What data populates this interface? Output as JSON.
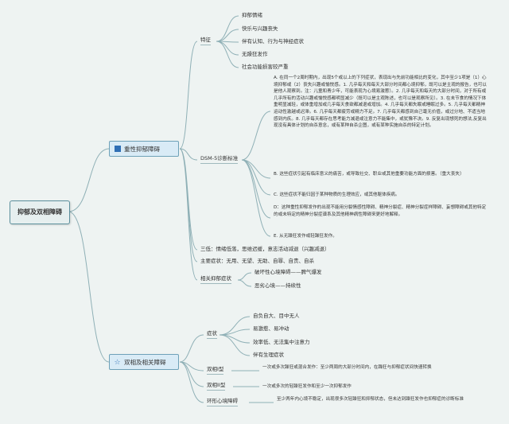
{
  "root": "抑郁及双相障碍",
  "depression": {
    "title": "重性抑郁障碍",
    "features_label": "特征",
    "features": [
      "抑郁情绪",
      "快乐与兴趣丧失",
      "伴有认知、行为与神经症状",
      "无躁狂发作",
      "社会功能损害较严重"
    ],
    "dsm_label": "DSM-5诊断标准",
    "dsm": {
      "A": "A. 在同一个2周时期内，出现5个或以上的下列症状，表现出与先前功能相比的变化，其中至少1项是（1）心境抑郁或（2）丧失兴趣或愉悦感。1. 几乎每天和每天大部分时间都心境抑郁，既可以是主观的报告，也可以是他人观察到。注：儿童和青少年，可能表现为心境易激惹）。2. 几乎每天和每天的大部分时间，对于所有或几乎所有的活动兴趣或愉悦感都明显减少（既可以是主观陈述，也可以是观察所见）。3. 在未节食的情况下体重明显减轻，或体重增加或几乎每天食欲都减退或增加。4. 几乎每天都失眠或睡眠过多。5. 几乎每天都精神运动性激越或迟滞。6. 几乎每天都疲劳或精力不足。7. 几乎每天都感到自己毫无价值，或过分地、不适当地感到内疚。8. 几乎每天都存在思考能力减退或注意力不能集中，或犹豫不决。9. 反复出现想死的想法,反复出现没有具体计划的自杀意念，或有某种自杀企图，或有某种实施自杀的特定计划。",
      "B": "B. 这些症状引起有临床意义的痛苦，或导致社交、职业或其他重要功能方面的损害。（重大丧失）",
      "C": "C. 这些症状不能归因于某种物质的生理效应，或其他躯体疾病。",
      "D": "D：这种重性抑郁发作的出现不能用分裂情感性障碍、精神分裂症、精神分裂症样障碍、妄想障碍或其他特定的或未特定的精神分裂症谱系及其他精神病性障碍来更好地解释。",
      "E": "E. 从无躁狂发作或轻躁狂发作。"
    },
    "three_low": "三低：情绪低落，思维迟缓，意志活动减退（兴趣减退）",
    "main_symptoms": "主要症状：无用、无望、无助、自罪、自责、自杀",
    "related_label": "相关抑郁症状",
    "related": [
      "破坏性心境障碍——脾气爆发",
      "恶劣心境——持续性"
    ]
  },
  "bipolar": {
    "title": "双相及相关障碍",
    "symptoms_label": "症状",
    "symptoms": [
      "自负自大、目中无人",
      "易激惹、易冲动",
      "效率低、无法集中注意力",
      "伴有生理症状"
    ],
    "type1_label": "双相I型",
    "type1": "一次或多次躁狂或混合发作：至少两周的大部分时间内，在躁狂与抑郁症状间快速转换",
    "type2_label": "双相II型",
    "type2": "一次或多次的轻躁狂发作和至少一次抑郁发作",
    "cyclo_label": "环形心境障碍",
    "cyclo": "至少两年内心境不稳定，出现很多次轻躁狂和抑郁状态，但未达到躁狂发作也抑郁症的诊断标准"
  }
}
